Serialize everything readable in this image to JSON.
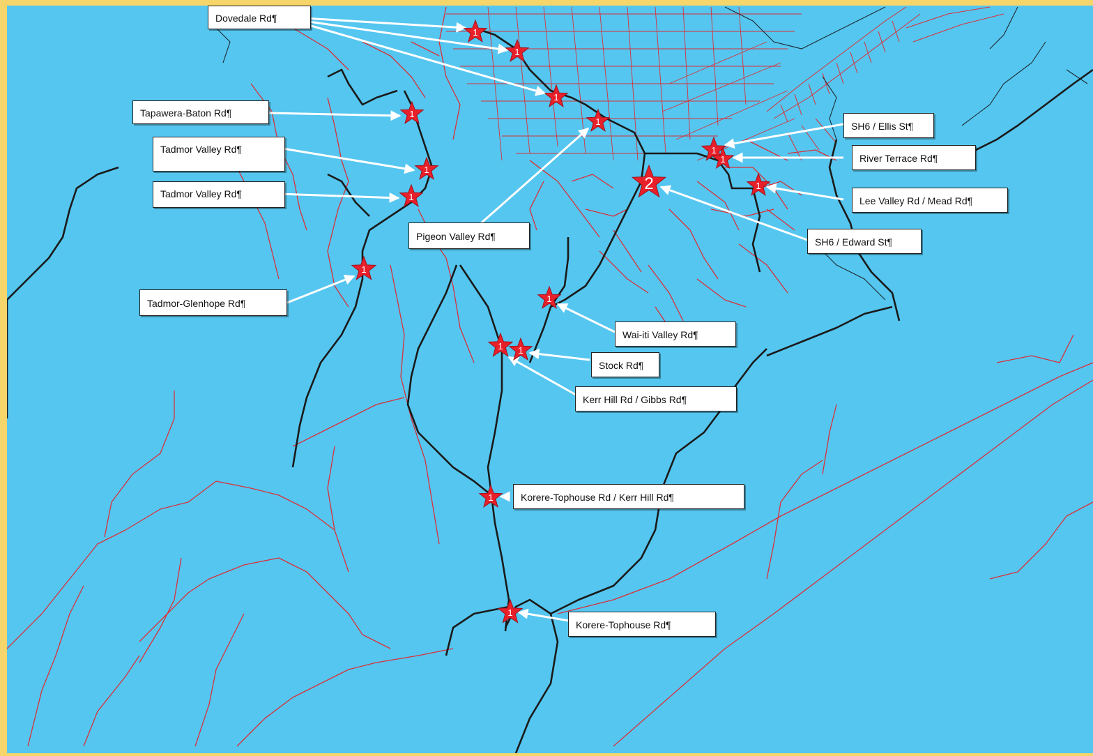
{
  "colors": {
    "background": "#55c6ef",
    "frame": "#f6d56a",
    "minor_roads": "#d9303a",
    "major_roads": "#1a1a1a",
    "star_fill": "#e8202a",
    "arrow": "#ffffff"
  },
  "labels": [
    {
      "id": "dovedale",
      "text": "Dovedale Rd¶"
    },
    {
      "id": "tapawera",
      "text": "Tapawera-Baton Rd¶"
    },
    {
      "id": "tadmor1",
      "text": "Tadmor Valley Rd¶"
    },
    {
      "id": "tadmor2",
      "text": "Tadmor Valley Rd¶"
    },
    {
      "id": "pigeon",
      "text": "Pigeon Valley Rd¶"
    },
    {
      "id": "glenhope",
      "text": "Tadmor-Glenhope Rd¶"
    },
    {
      "id": "ellis",
      "text": "SH6 / Ellis St¶"
    },
    {
      "id": "riverterrace",
      "text": "River Terrace Rd¶"
    },
    {
      "id": "leevalley",
      "text": "Lee Valley Rd / Mead Rd¶"
    },
    {
      "id": "edward",
      "text": "SH6 / Edward St¶"
    },
    {
      "id": "waiiti",
      "text": "Wai-iti Valley Rd¶"
    },
    {
      "id": "stock",
      "text": "Stock Rd¶"
    },
    {
      "id": "kerrhill",
      "text": "Kerr Hill Rd / Gibbs Rd¶"
    },
    {
      "id": "korere_kerr",
      "text": "Korere-Tophouse Rd / Kerr Hill Rd¶"
    },
    {
      "id": "korere",
      "text": "Korere-Tophouse Rd¶"
    }
  ],
  "markers": [
    {
      "id": "m-dovedale-1",
      "count": "1"
    },
    {
      "id": "m-dovedale-2",
      "count": "1"
    },
    {
      "id": "m-dovedale-3",
      "count": "1"
    },
    {
      "id": "m-pigeon",
      "count": "1"
    },
    {
      "id": "m-tapawera",
      "count": "1"
    },
    {
      "id": "m-tadmor1",
      "count": "1"
    },
    {
      "id": "m-tadmor2",
      "count": "1"
    },
    {
      "id": "m-glenhope",
      "count": "1"
    },
    {
      "id": "m-edward",
      "count": "2"
    },
    {
      "id": "m-ellis",
      "count": "1"
    },
    {
      "id": "m-riverterrace",
      "count": "1"
    },
    {
      "id": "m-leevalley",
      "count": "1"
    },
    {
      "id": "m-waiiti",
      "count": "1"
    },
    {
      "id": "m-kerrhill",
      "count": "1"
    },
    {
      "id": "m-stock",
      "count": "1"
    },
    {
      "id": "m-korere-kerr",
      "count": "1"
    },
    {
      "id": "m-korere",
      "count": "1"
    }
  ]
}
